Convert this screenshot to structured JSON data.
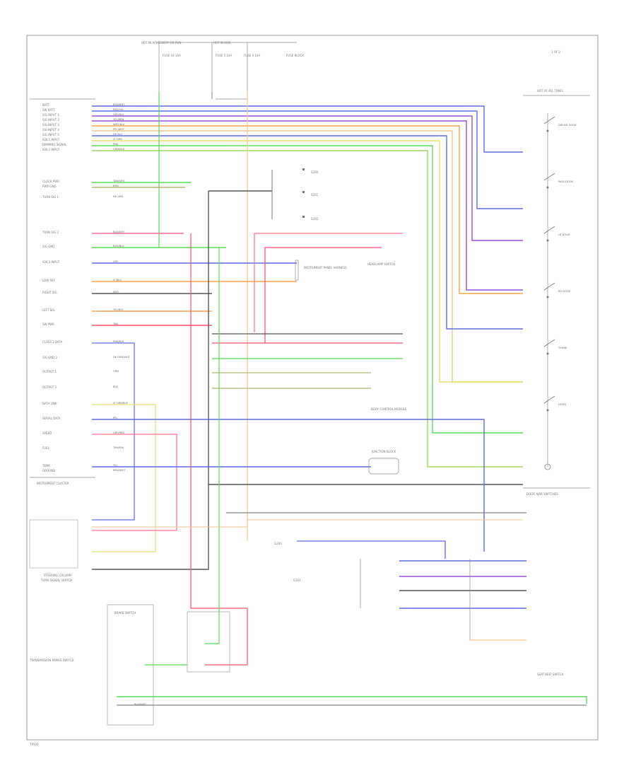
{
  "header": {
    "top_left": "HOT IN ACCESSORY OR RUN",
    "top_mid": "HOT IN RUN",
    "fuses": [
      "FUSE 16 10A",
      "FUSE 5 10A",
      "FUSE 4 10A"
    ],
    "fuse_block": "FUSE BLOCK",
    "top_right": "1 OF 2"
  },
  "footer_code": "TP500",
  "colors": {
    "blue": "#5b6be6",
    "violet": "#9a4de0",
    "green": "#55dd55",
    "orange": "#f5a34a",
    "yellow": "#e8e070",
    "pink": "#ff6f8f",
    "red": "#ff4b6b",
    "gray": "#808080",
    "darkgray": "#555555",
    "olive": "#b3b36a",
    "lime": "#9ed65a",
    "peach": "#f2c68a"
  },
  "left_pins": [
    "BATT",
    "SW BATT",
    "SIG INPUT 1",
    "SIG INPUT 2",
    "SIG INPUT 3",
    "SIG INPUT 4",
    "SIG INPUT 5",
    "IGN 1 INPUT",
    "DIMMING SIGNAL",
    "IGN 2 INPUT",
    "CLOCK PWR",
    "PWR GND",
    "TURN SIG 1",
    "TURN SIG 2",
    "SIG GND",
    "IGN 3 INPUT",
    "LOW REF",
    "RIGHT SIG",
    "LEFT SIG",
    "SW PWR",
    "CLASS 2 DATA",
    "SIG GND 2",
    "OUTPUT 1",
    "OUTPUT 2",
    "DATA LINK",
    "SERIAL DATA",
    "SPEED",
    "FUEL",
    "TEMP",
    "GROUND"
  ],
  "wire_codes": [
    "BLK/WHT",
    "RED/YEL",
    "GRY/BLU",
    "YEL/BRN",
    "WHT/BLK",
    "PPL/WHT",
    "DK BLU",
    "LT GRN",
    "PNK",
    "ORN/BLK",
    "TAN/WHT",
    "BRN",
    "DK GRN",
    "BLK/WHT",
    "RED/BLK",
    "GRY",
    "LT BLU",
    "WHT",
    "YEL/BLK",
    "TAN",
    "PNK/BLK",
    "DK GRN/WHT",
    "ORN",
    "BLK",
    "LT GRN/BLK",
    "PPL",
    "GRY/RED",
    "TAN/BLK",
    "YEL",
    "BRN/WHT"
  ],
  "right_switches": [
    "DRIVER DOOR",
    "PASS DOOR",
    "LR DOOR",
    "RR DOOR",
    "TRUNK",
    "HOOD"
  ],
  "labels": {
    "left_box_title": "INSTRUMENT CLUSTER",
    "splice_1": "S200",
    "splice_2": "S201",
    "splice_3": "S202",
    "connector_mid": "INSTRUMENT PANEL HARNESS",
    "switch_mid": "HEADLAMP SWITCH",
    "module_mid": "BODY CONTROL MODULE",
    "relay_block": "JUNCTION BLOCK",
    "lower_left_title": "STEERING COLUMN",
    "lower_left_sub": "TURN SIGNAL SWITCH",
    "bottom_left_label": "TRANSMISSION RANGE SWITCH",
    "bottom_mid_label": "BRAKE SWITCH",
    "ground_left": "G200",
    "ground_right": "G201",
    "right_top_label": "HOT AT ALL TIMES",
    "right_mid_label": "DOOR AJAR SWITCHES",
    "bottom_right_label": "SEAT BELT SWITCH",
    "bottom_wire": "BLK/WHT"
  }
}
